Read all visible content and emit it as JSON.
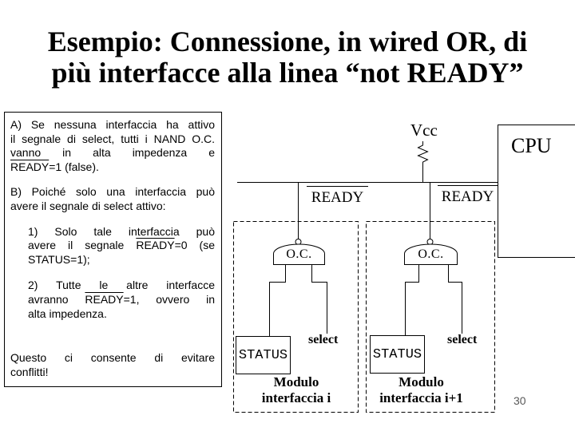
{
  "slide": {
    "title_lines": [
      "Esempio: Connessione, in wired OR, di",
      "più interfacce alla linea “not READY”"
    ],
    "page_number": "30"
  },
  "notes": {
    "paragraphs": [
      {
        "indent": false,
        "last": false,
        "lines": [
          {
            "justify": true,
            "segments": [
              {
                "t": "A) Se nessuna interfaccia ha attivo"
              }
            ]
          },
          {
            "justify": true,
            "segments": [
              {
                "t": "il segnale di select, tutti i NAND O.C."
              }
            ]
          },
          {
            "justify": true,
            "segments": [
              {
                "t": "vanno in alta impedenza e"
              }
            ]
          },
          {
            "justify": false,
            "segments": [
              {
                "t": "READY",
                "overline": true
              },
              {
                "t": "=1 (false)."
              }
            ]
          }
        ]
      },
      {
        "indent": false,
        "last": false,
        "lines": [
          {
            "justify": true,
            "segments": [
              {
                "t": "B) Poiché solo una interfaccia può"
              }
            ]
          },
          {
            "justify": false,
            "segments": [
              {
                "t": "avere il segnale di select attivo:"
              }
            ]
          }
        ]
      },
      {
        "indent": true,
        "last": false,
        "lines": [
          {
            "justify": true,
            "segments": [
              {
                "t": "1) Solo tale interfaccia può"
              }
            ]
          },
          {
            "justify": true,
            "segments": [
              {
                "t": "avere il segnale "
              },
              {
                "t": "READY",
                "overline": true
              },
              {
                "t": "=0 (se"
              }
            ]
          },
          {
            "justify": false,
            "segments": [
              {
                "t": "STATUS=1);"
              }
            ]
          }
        ]
      },
      {
        "indent": true,
        "last": false,
        "lines": [
          {
            "justify": true,
            "segments": [
              {
                "t": "2) Tutte le altre interfacce"
              }
            ]
          },
          {
            "justify": true,
            "segments": [
              {
                "t": "avranno "
              },
              {
                "t": "READY",
                "overline": true
              },
              {
                "t": "=1, ovvero in"
              }
            ]
          },
          {
            "justify": false,
            "segments": [
              {
                "t": "alta impedenza."
              }
            ]
          }
        ]
      },
      {
        "indent": false,
        "last": true,
        "lines": [
          {
            "justify": true,
            "segments": [
              {
                "t": "Questo ci consente di evitare"
              }
            ]
          },
          {
            "justify": false,
            "segments": [
              {
                "t": "conflitti!"
              }
            ]
          }
        ]
      }
    ]
  },
  "diagram": {
    "vcc_label": "Vcc",
    "cpu_label": "CPU",
    "ready_label_left": "READY",
    "ready_label_right": "READY",
    "modules": [
      {
        "gate_label": "O.C.",
        "status_label": "STATUS",
        "select_label": "select",
        "caption": "Modulo interfaccia i"
      },
      {
        "gate_label": "O.C.",
        "status_label": "STATUS",
        "select_label": "select",
        "caption": "Modulo interfaccia i+1"
      }
    ]
  }
}
